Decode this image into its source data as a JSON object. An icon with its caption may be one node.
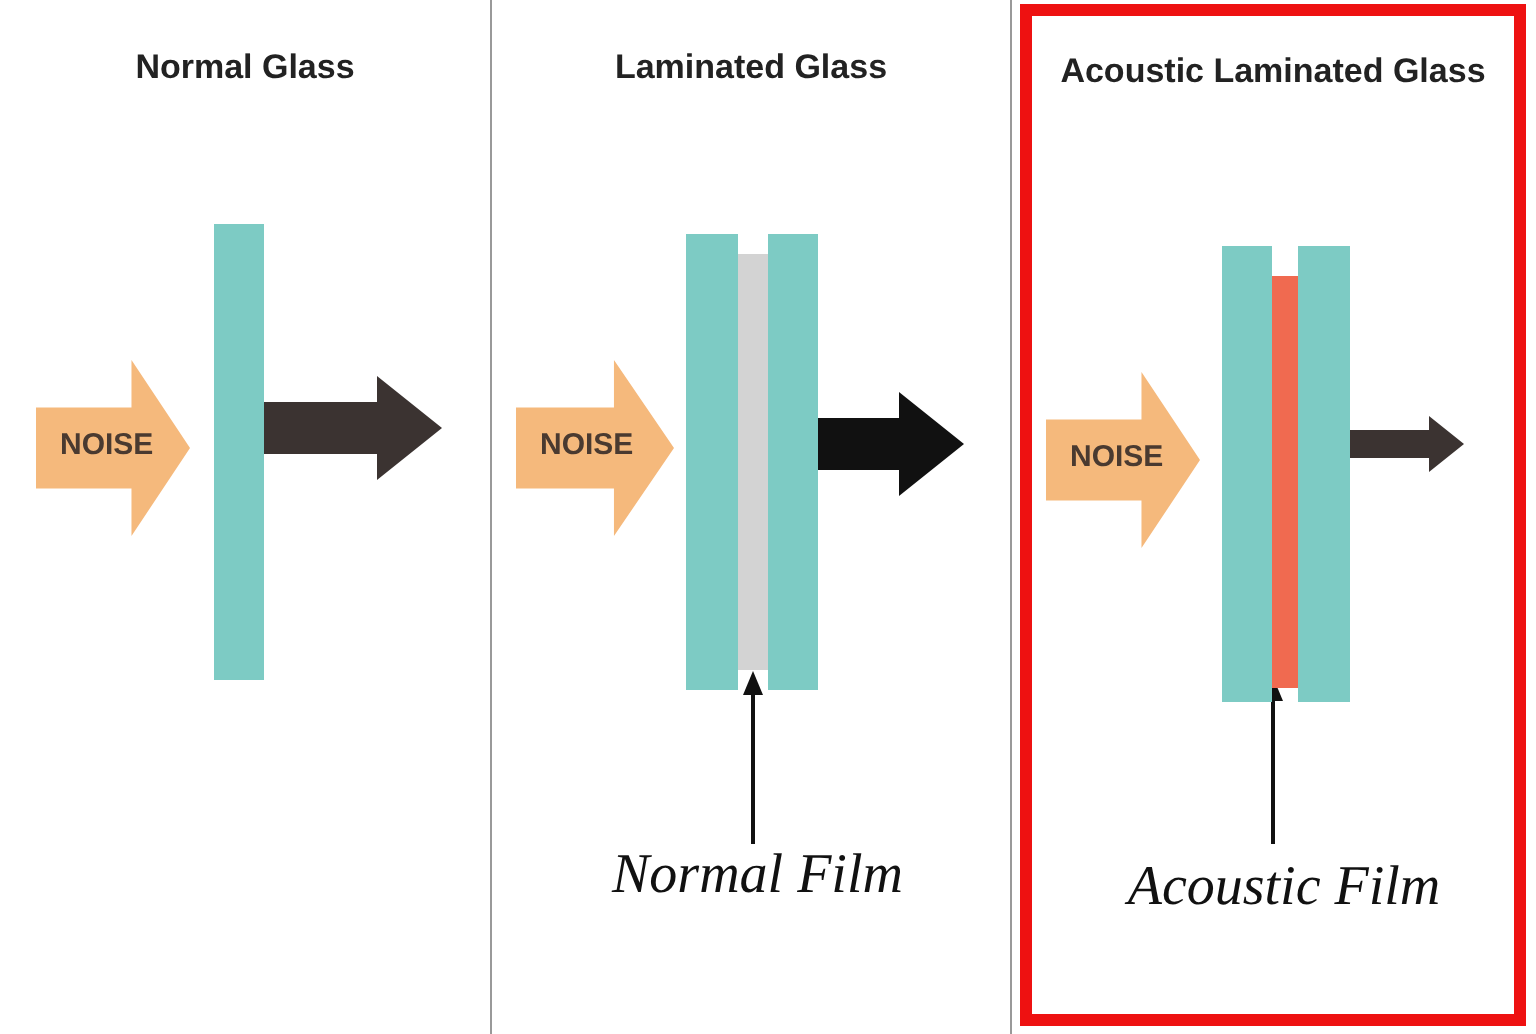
{
  "diagram": {
    "nodes": [
      {
        "text": [
          "Normal Glass"
        ]
      },
      {
        "text": [
          "NOISE"
        ],
        "in": 0
      },
      {
        "text": [],
        "shape": "bar",
        "in": 0
      },
      {
        "text": [
          "Laminated Glass"
        ]
      },
      {
        "text": [
          "NOISE"
        ],
        "in": 3
      },
      {
        "text": [],
        "shape": "bar",
        "in": 3
      },
      {
        "text": [],
        "shape": "bar",
        "in": 3
      },
      {
        "text": [],
        "shape": "bar",
        "in": 3
      },
      {
        "text": [
          "Normal Film"
        ],
        "in": 3
      },
      {
        "text": [
          "Acoustic Laminated Glass"
        ]
      },
      {
        "text": [
          "NOISE"
        ],
        "in": 9
      },
      {
        "text": [],
        "shape": "bar",
        "in": 9
      },
      {
        "text": [],
        "shape": "bar",
        "in": 9
      },
      {
        "text": [],
        "shape": "bar",
        "in": 9
      },
      {
        "text": [
          "Acoustic Film"
        ],
        "in": 9
      }
    ],
    "edges": [
      {
        "from": 2,
        "to": null,
        "arrow": "to",
        "style": "thick"
      },
      {
        "from": 8,
        "to": 6,
        "arrow": "to"
      },
      {
        "from": 7,
        "to": null,
        "arrow": "to",
        "style": "thick"
      },
      {
        "from": 14,
        "to": 12,
        "arrow": "to"
      },
      {
        "from": 13,
        "to": null,
        "arrow": "to",
        "style": "thick"
      }
    ]
  }
}
